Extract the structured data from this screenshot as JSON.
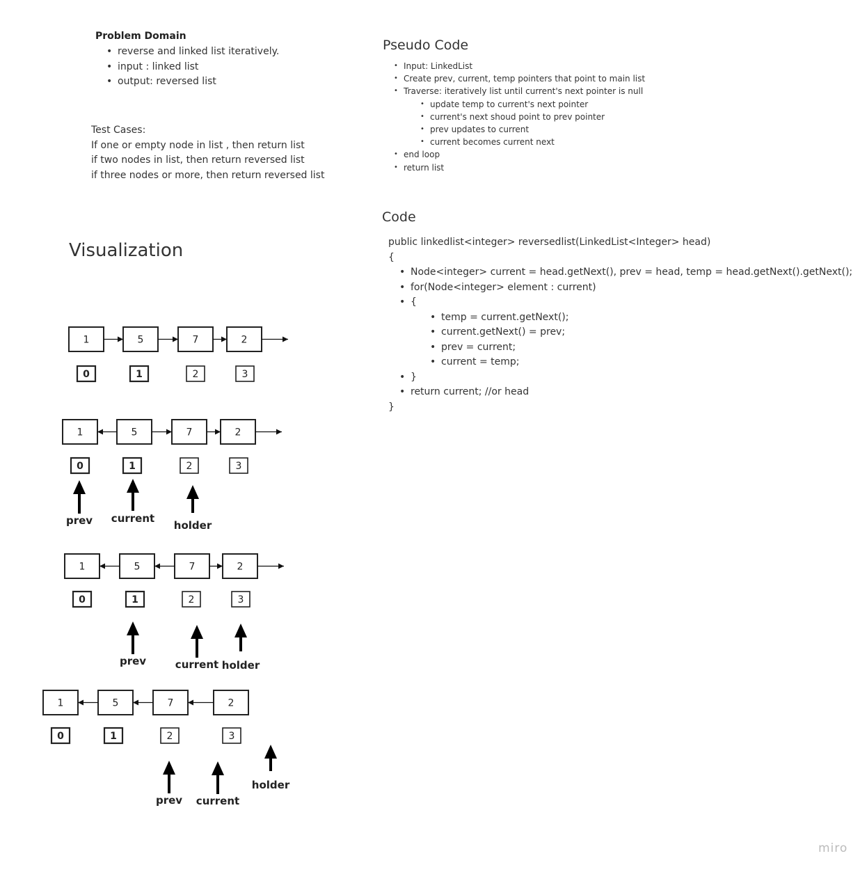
{
  "problem": {
    "title": "Problem Domain",
    "items": [
      "reverse and linked list iteratively.",
      "input : linked list",
      "output: reversed list"
    ]
  },
  "tests": {
    "title": "Test Cases:",
    "lines": [
      "If one or empty node in list , then return list",
      "if two nodes in list, then return reversed list",
      "if three nodes or more, then return reversed list"
    ]
  },
  "pseudo": {
    "title": "Pseudo Code",
    "items": [
      "Input: LinkedList",
      "Create prev, current, temp pointers that point to main list",
      "Traverse: iteratively list until current's next pointer is null",
      "update temp to current's next pointer",
      "current's next shoud point to prev pointer",
      "prev updates to  current",
      "current becomes current next",
      "end loop",
      "return list"
    ]
  },
  "code": {
    "title": "Code",
    "signature": "public linkedlist<integer> reversedlist(LinkedList<Integer> head)",
    "open": "{",
    "close": "}",
    "lines": [
      "Node<integer> current = head.getNext(), prev = head, temp = head.getNext().getNext();",
      "for(Node<integer> element : current)",
      "{",
      "temp = current.getNext();",
      "current.getNext() = prev;",
      "prev = current;",
      "current = temp;",
      "}",
      "return current; //or head"
    ]
  },
  "visualization": {
    "title": "Visualization",
    "node_values": [
      "1",
      "5",
      "7",
      "2"
    ],
    "indices": [
      "0",
      "1",
      "2",
      "3"
    ],
    "pointer_labels": {
      "prev": "prev",
      "current": "current",
      "holder": "holder"
    }
  },
  "watermark": "miro"
}
